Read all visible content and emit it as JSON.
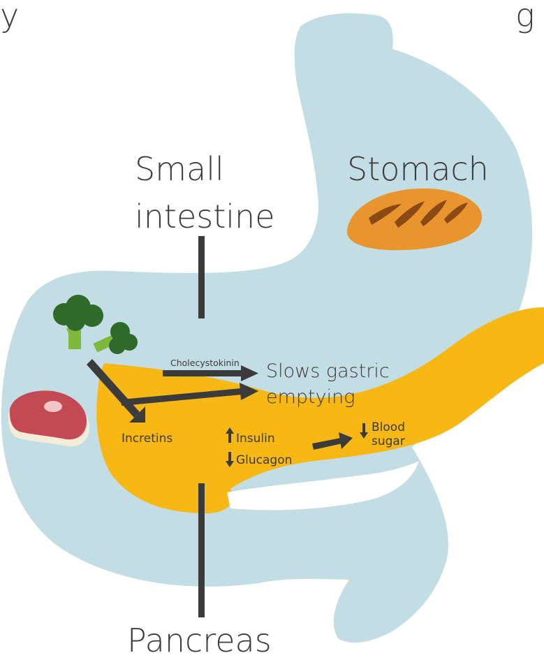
{
  "labels": {
    "top_cut": "y",
    "top_cut_right": "g",
    "small_intestine_line1": "Small",
    "small_intestine_line2": "intestine",
    "stomach": "Stomach",
    "pancreas": "Pancreas",
    "cholecystokinin": "Cholecystokinin",
    "slows_gastric": "Slows gastric",
    "emptying": "emptying",
    "incretins": "Incretins",
    "insulin": "Insulin",
    "glucagon": "Glucagon",
    "blood": "Blood",
    "sugar": "sugar"
  },
  "icons": {
    "food_bread": "bread-icon",
    "food_broccoli": "broccoli-icon",
    "food_meat": "steak-icon"
  },
  "colors": {
    "stomach": "#c3dde4",
    "pancreas": "#f7b816",
    "arrows": "#3b3b3b",
    "bread": "#e9952f",
    "broccoli": "#2f6a2a",
    "meat": "#c34a55"
  }
}
